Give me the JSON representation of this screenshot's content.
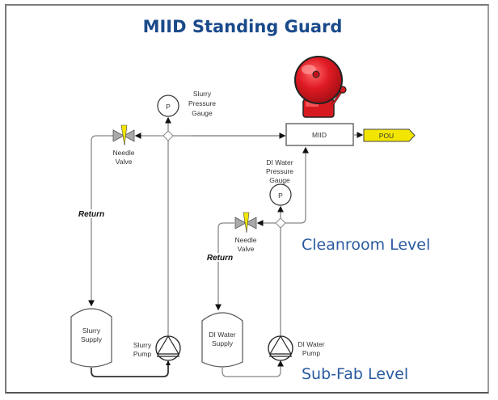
{
  "title": "MIID Standing Guard",
  "levels": {
    "cleanroom": "Cleanroom Level",
    "subfab": "Sub-Fab Level"
  },
  "components": {
    "slurry_gauge": {
      "symbol": "P",
      "label_lines": [
        "Slurry",
        "Pressure",
        "Gauge"
      ]
    },
    "di_gauge": {
      "symbol": "P",
      "label_lines": [
        "DI Water",
        "Pressure",
        "Gauge"
      ]
    },
    "slurry_valve": {
      "label_lines": [
        "Needle",
        "Valve"
      ]
    },
    "di_valve": {
      "label_lines": [
        "Needle",
        "Valve"
      ]
    },
    "miid": {
      "label": "MIID"
    },
    "pou": {
      "label": "POU"
    },
    "slurry_supply": {
      "label_lines": [
        "Slurry",
        "Supply"
      ]
    },
    "di_supply": {
      "label_lines": [
        "DI Water",
        "Supply"
      ]
    },
    "slurry_pump": {
      "label_lines": [
        "Slurry",
        "Pump"
      ]
    },
    "di_pump": {
      "label_lines": [
        "DI Water",
        "Pump"
      ]
    },
    "return_label": "Return",
    "alarm": "alarm-bell-icon"
  },
  "colors": {
    "title": "#1a4a8a",
    "level_text": "#2a5aa0",
    "valve_handle": "#f2e600",
    "pou_fill": "#f2e600",
    "bell_red": "#e01b24"
  }
}
